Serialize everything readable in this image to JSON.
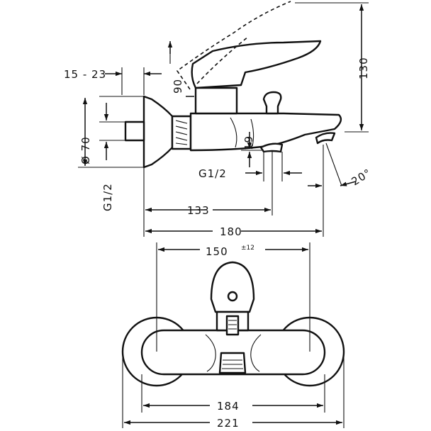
{
  "drawing": {
    "side_view": {
      "dim_wall_gap": "15 - 23",
      "dim_lever_angle": "90",
      "dim_diameter_label": "Ø 70",
      "dim_inlet_thread": "G1/2",
      "dim_outlet_thread": "G1/2",
      "dim_height": "130",
      "dim_spout_height": "19",
      "dim_spout_angle": "20°",
      "dim_133": "133",
      "dim_180": "180"
    },
    "front_view": {
      "dim_150": "150",
      "dim_150_tolerance": "±12",
      "dim_184": "184",
      "dim_221": "221"
    }
  }
}
